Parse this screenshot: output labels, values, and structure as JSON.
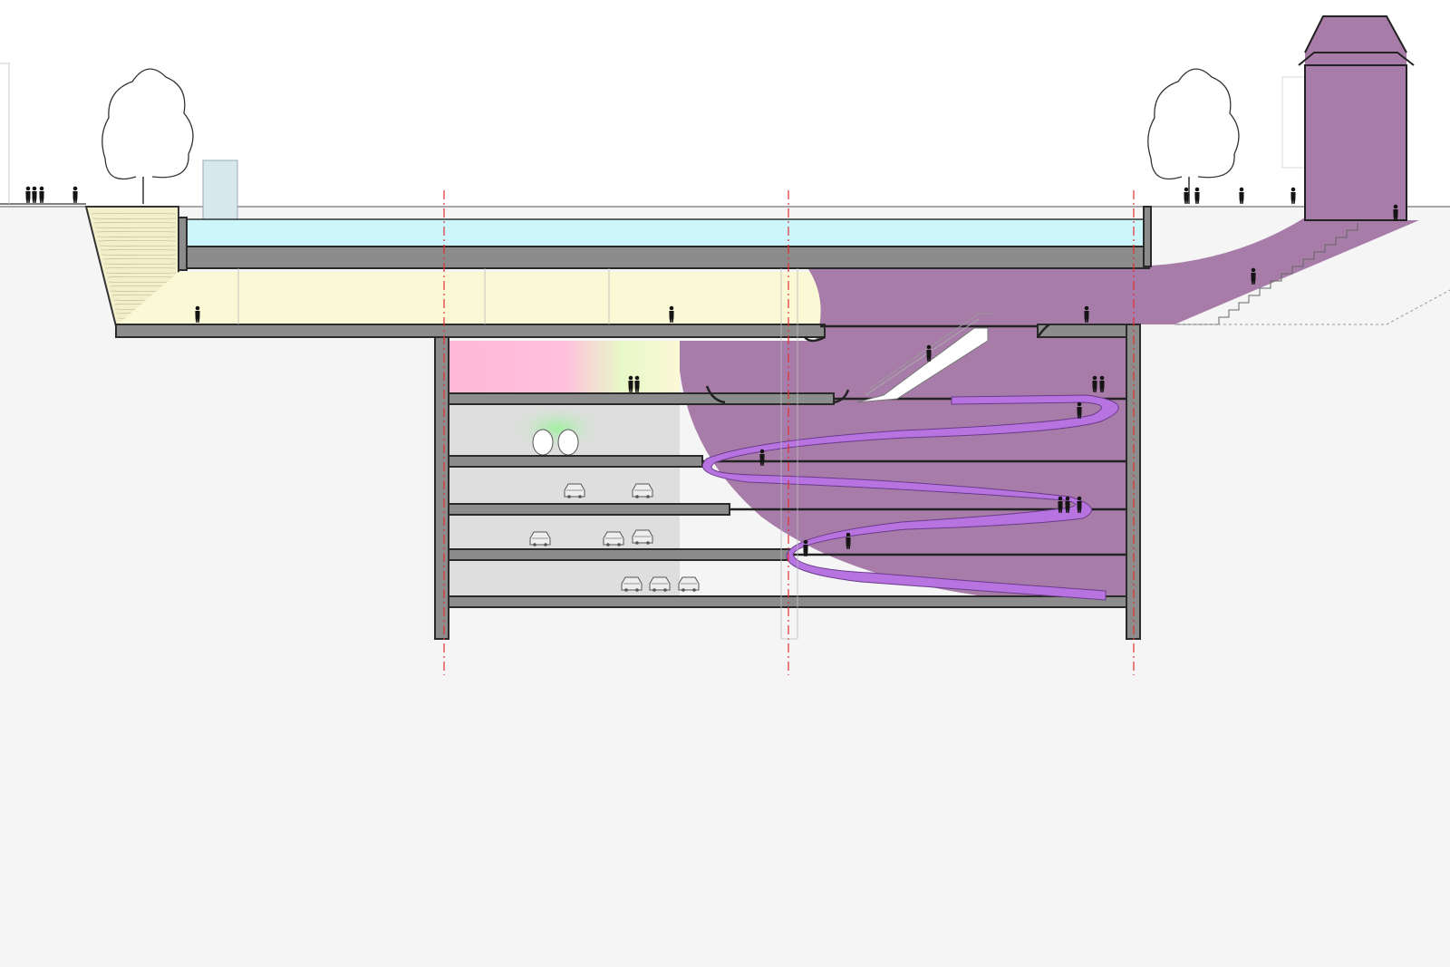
{
  "diagram": {
    "kind": "architectural-section",
    "text_labels": [],
    "colors": {
      "sky": "#ffffff",
      "ground": "#f5f5f5",
      "structure": "#8c8c8c",
      "structure_outline": "#2a2a2a",
      "water": "#ccf6fa",
      "upper_concourse": "#fbf8d6",
      "parking_levels": "#dedede",
      "public_space": "#a87ca8",
      "ramp": "#b774e0",
      "embankment": "#f3efcb",
      "axis_line": "#e03030",
      "pink_zone": "#ffb8d8",
      "green_glow": "#a0f0a0",
      "glass_block": "#d6e8ec",
      "people": "#141414"
    },
    "elements": {
      "trees": 2,
      "street_level_people": 8,
      "parking_levels": 4,
      "cars": 8,
      "structural_axes": 3,
      "escalators": 1,
      "spiral_ramps": 1,
      "towers": 1
    }
  }
}
